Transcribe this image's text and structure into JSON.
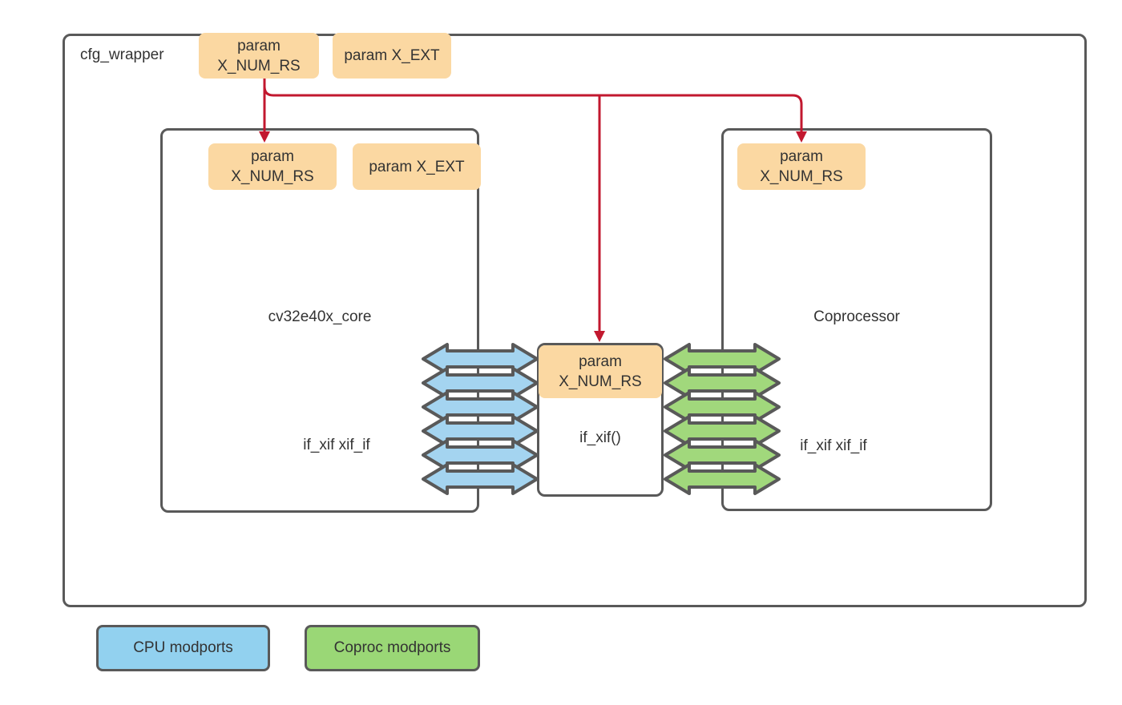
{
  "wrapper": {
    "label": "cfg_wrapper"
  },
  "chips": {
    "wrapper_num_rs": "param X_NUM_RS",
    "wrapper_x_ext": "param X_EXT",
    "core_num_rs": "param X_NUM_RS",
    "core_x_ext": "param X_EXT",
    "coproc_num_rs": "param X_NUM_RS",
    "xif_num_rs": "param X_NUM_RS"
  },
  "modules": {
    "core": {
      "name": "cv32e40x_core",
      "interface_label": "if_xif xif_if"
    },
    "coproc": {
      "name": "Coprocessor",
      "interface_label": "if_xif xif_if"
    },
    "xif": {
      "name": "if_xif()"
    }
  },
  "legend": {
    "cpu": {
      "label": "CPU modports",
      "color": "#92d1ef"
    },
    "coproc": {
      "label": "Coproc modports",
      "color": "#9ad776"
    }
  },
  "modport_arrows": {
    "cpu_count": 6,
    "coproc_count": 6
  },
  "connectors": {
    "red_param_arrow_count": 3,
    "color": "#c2182f"
  },
  "colors": {
    "param_fill": "#fbd8a2",
    "outline": "#595959",
    "text": "#333333",
    "cpu_blue": "#a4d4f0",
    "coproc_green": "#a1d87c",
    "connector_red": "#c2182f",
    "background": "#ffffff"
  }
}
